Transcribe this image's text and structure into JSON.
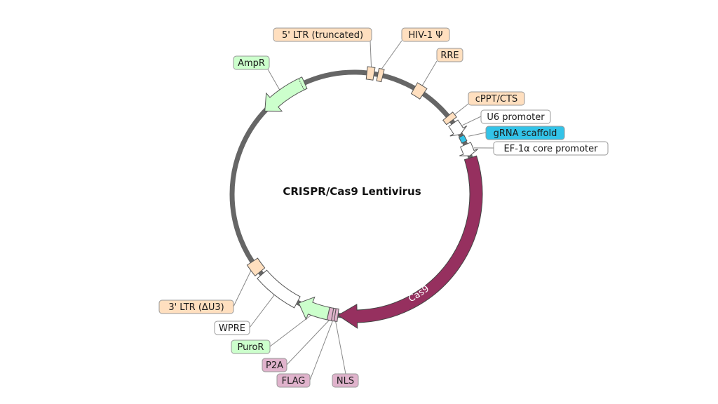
{
  "title": "CRISPR/Cas9 Lentivirus",
  "colors": {
    "backbone": "#666666",
    "ltr": "#ffdfbf",
    "resistance": "#ccffcc",
    "promoter": "#ffffff",
    "grna": "#33c3e8",
    "cas9": "#96305f",
    "tag": "#e0b3cc",
    "outline": "#555555",
    "leader": "#888888"
  },
  "features": [
    {
      "id": "ltr5",
      "name": "5' LTR (truncated)",
      "type": "box",
      "color_key": "ltr",
      "start_deg": 6.0,
      "end_deg": 9.4,
      "label_anchor": "left"
    },
    {
      "id": "psi",
      "name": "HIV-1 Ψ",
      "type": "box",
      "color_key": "ltr",
      "start_deg": 11.2,
      "end_deg": 13.6,
      "label_anchor": "left"
    },
    {
      "id": "rre",
      "name": "RRE",
      "type": "box",
      "color_key": "ltr",
      "start_deg": 29.6,
      "end_deg": 34.6,
      "label_anchor": "left"
    },
    {
      "id": "cppt",
      "name": "cPPT/CTS",
      "type": "box",
      "color_key": "ltr",
      "start_deg": 50.2,
      "end_deg": 53.0,
      "label_anchor": "left"
    },
    {
      "id": "u6",
      "name": "U6 promoter",
      "type": "promoter",
      "color_key": "promoter",
      "start_deg": 54.4,
      "end_deg": 60.6,
      "label_anchor": "left"
    },
    {
      "id": "grna",
      "name": "gRNA scaffold",
      "type": "box",
      "color_key": "grna",
      "start_deg": 61.6,
      "end_deg": 64.6,
      "label_anchor": "left"
    },
    {
      "id": "ef1a",
      "name": "EF-1α core promoter",
      "type": "promoter",
      "color_key": "promoter",
      "start_deg": 66.0,
      "end_deg": 71.6,
      "label_anchor": "left"
    },
    {
      "id": "cas9",
      "name": "Cas9",
      "type": "arrow",
      "direction": "cw",
      "color_key": "cas9",
      "start_deg": 72.6,
      "end_deg": 187.6,
      "label_inside": true
    },
    {
      "id": "nls",
      "name": "NLS",
      "type": "box",
      "color_key": "tag",
      "start_deg": 187.6,
      "end_deg": 189.0,
      "label_anchor": "left"
    },
    {
      "id": "flag",
      "name": "FLAG",
      "type": "box",
      "color_key": "tag",
      "start_deg": 189.0,
      "end_deg": 190.2,
      "label_anchor": "right"
    },
    {
      "id": "p2a",
      "name": "P2A",
      "type": "box",
      "color_key": "tag",
      "start_deg": 190.2,
      "end_deg": 192.2,
      "label_anchor": "right"
    },
    {
      "id": "puror",
      "name": "PuroR",
      "type": "arrow",
      "direction": "cw",
      "color_key": "resistance",
      "start_deg": 192.2,
      "end_deg": 207.0,
      "label_anchor": "right"
    },
    {
      "id": "wpre",
      "name": "WPRE",
      "type": "box",
      "color_key": "promoter",
      "start_deg": 207.8,
      "end_deg": 229.0,
      "label_anchor": "right"
    },
    {
      "id": "ltr3",
      "name": "3' LTR (ΔU3)",
      "type": "box",
      "color_key": "ltr",
      "start_deg": 230.5,
      "end_deg": 236.5,
      "label_anchor": "right"
    },
    {
      "id": "ampr",
      "name": "AmpR",
      "type": "arrow",
      "direction": "ccw",
      "color_key": "resistance",
      "start_deg": 313.0,
      "end_deg": 336.0,
      "label_anchor": "right"
    }
  ]
}
